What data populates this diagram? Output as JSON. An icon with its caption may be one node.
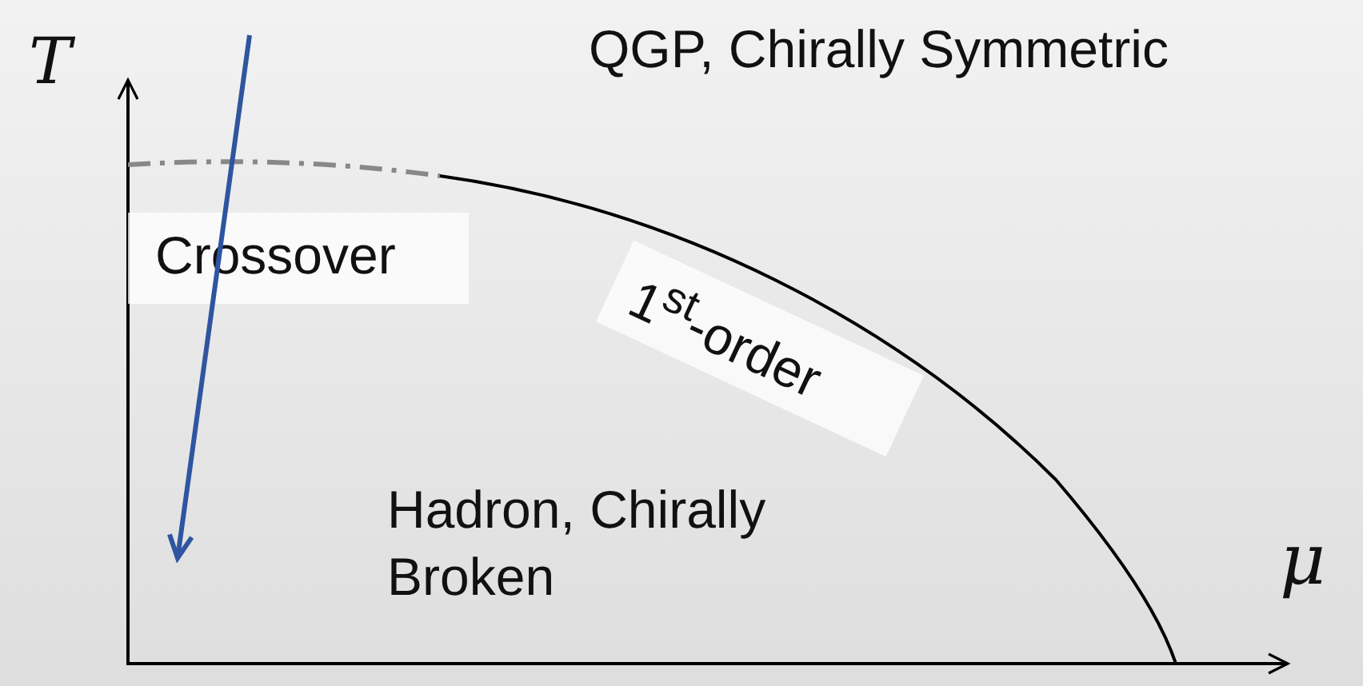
{
  "diagram": {
    "nodes": [
      {
        "text": [
          "Crossover"
        ]
      },
      {
        "text": [
          "1$^{st}$-order"
        ]
      }
    ],
    "labels": [
      "T",
      "QGP, Chirally Symmetric",
      "Hadron, Chirally Broken",
      "μ"
    ]
  }
}
